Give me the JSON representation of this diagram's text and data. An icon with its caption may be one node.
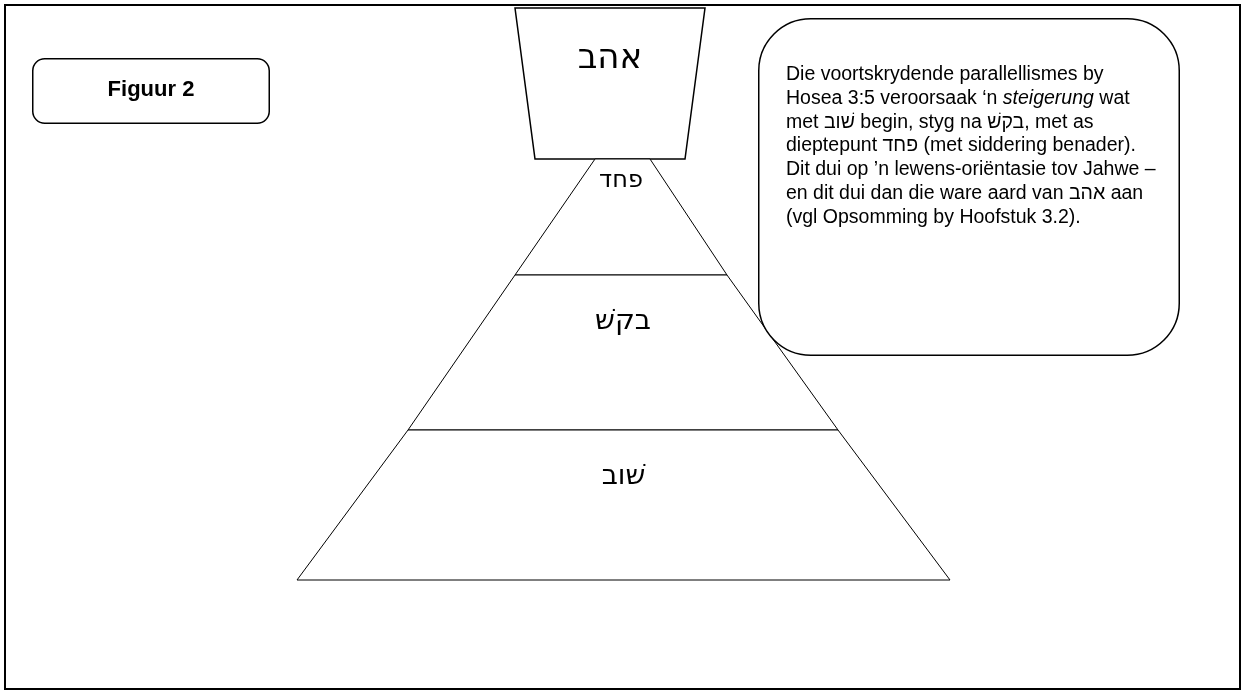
{
  "diagram": {
    "nodes": [
      {
        "text": [
          "Figuur 2"
        ]
      },
      {
        "text": [
          "אהב"
        ]
      },
      {
        "text": [
          "פחד"
        ]
      },
      {
        "text": [
          "בקשׁ"
        ]
      },
      {
        "text": [
          "שׁוב"
        ]
      },
      {
        "text": [
          "Die voortskrydende parallellismes by Hosea 3:5 veroorsaak ‘n *steigerung* wat met שׁוב begin, styg na בקשׁ, met as dieptepunt פחד (met siddering benader).  Dit dui op ’n lewens-oriëntasie tov Jahwe – en dit dui dan die ware aard van אהב aan (vgl Opsomming by Hoofstuk 3.2)."
        ]
      }
    ],
    "edges": []
  }
}
